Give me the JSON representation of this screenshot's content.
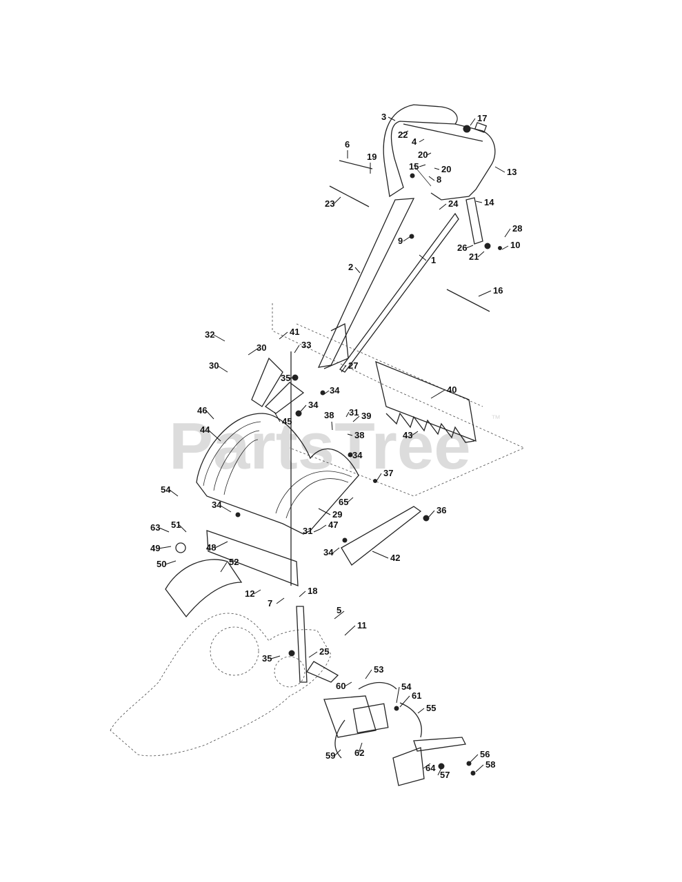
{
  "watermark": {
    "text": "PartsTree",
    "trademark": "™"
  },
  "callouts": [
    "1",
    "2",
    "3",
    "4",
    "5",
    "6",
    "7",
    "8",
    "9",
    "10",
    "11",
    "12",
    "13",
    "14",
    "15",
    "16",
    "17",
    "18",
    "19",
    "20",
    "20",
    "21",
    "22",
    "23",
    "24",
    "25",
    "26",
    "27",
    "28",
    "29",
    "30",
    "30",
    "31",
    "31",
    "32",
    "33",
    "34",
    "34",
    "34",
    "34",
    "34",
    "35",
    "35",
    "36",
    "37",
    "38",
    "38",
    "39",
    "40",
    "41",
    "42",
    "43",
    "44",
    "45",
    "46",
    "47",
    "48",
    "49",
    "50",
    "51",
    "52",
    "53",
    "54",
    "54",
    "55",
    "56",
    "57",
    "58",
    "59",
    "60",
    "61",
    "62",
    "63",
    "64",
    "65"
  ]
}
